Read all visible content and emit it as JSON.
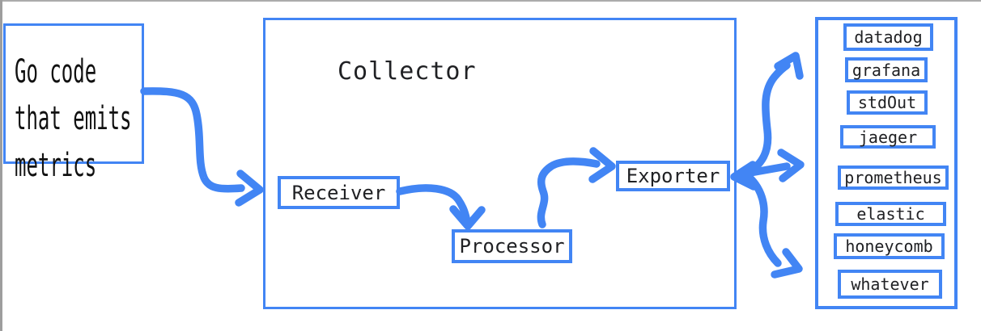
{
  "canvas": {
    "background": "#ffffff",
    "edge_color": "#a6a6a6"
  },
  "colors": {
    "accent_blue": "#4285f4",
    "text_dark": "#202124"
  },
  "source_box": {
    "lines": [
      "Go code",
      "that emits",
      "metrics"
    ]
  },
  "collector": {
    "title": "Collector",
    "stages": [
      {
        "label": "Receiver"
      },
      {
        "label": "Processor"
      },
      {
        "label": "Exporter"
      }
    ]
  },
  "destinations": {
    "items": [
      {
        "label": "datadog"
      },
      {
        "label": "grafana"
      },
      {
        "label": "stdOut"
      },
      {
        "label": "jaeger"
      },
      {
        "label": "prometheus"
      },
      {
        "label": "elastic"
      },
      {
        "label": "honeycomb"
      },
      {
        "label": "whatever"
      }
    ]
  }
}
